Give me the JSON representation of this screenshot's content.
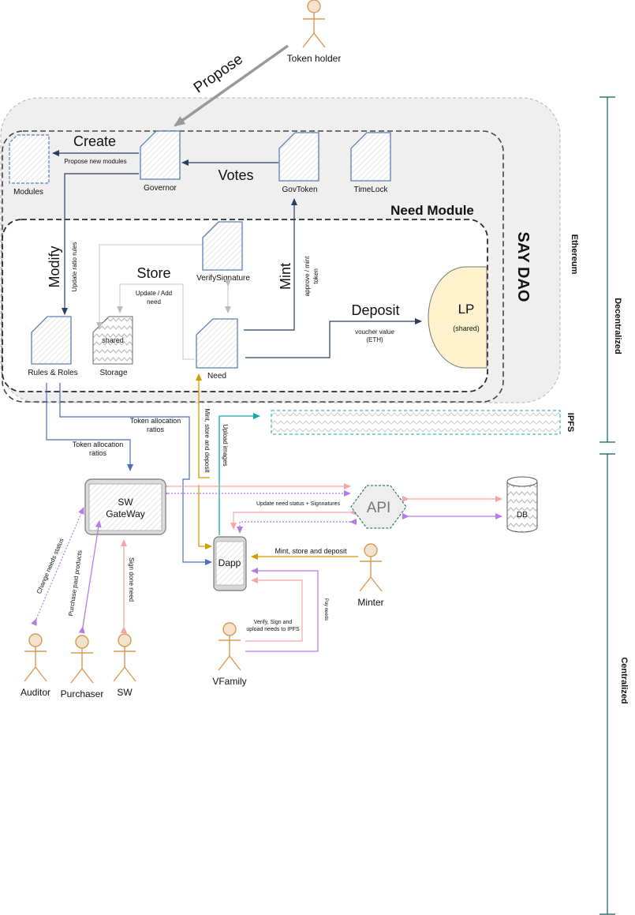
{
  "diagram": {
    "groups": {
      "say_dao": "SAY DAO",
      "need_module": "Need Module"
    },
    "bands": {
      "ethereum": "Ethereum",
      "decentralized": "Decentralized",
      "ipfs": "IPFS",
      "centralized": "Centralized"
    },
    "actors": {
      "token_holder": "Token holder",
      "minter": "Minter",
      "vfamily": "VFamily",
      "auditor": "Auditor",
      "purchaser": "Purchaser",
      "sw": "SW"
    },
    "contracts": {
      "modules": "Modules",
      "governor": "Governor",
      "govtoken": "GovToken",
      "timelock": "TimeLock",
      "verify_signature": "VerifySignature",
      "rules_roles": "Rules & Roles",
      "storage": "Storage",
      "storage_tag": "shared",
      "need": "Need",
      "lp": "LP",
      "lp_tag": "(shared)"
    },
    "services": {
      "gateway_line1": "SW",
      "gateway_line2": "GateWay",
      "api": "API",
      "db": "DB",
      "dapp": "Dapp"
    },
    "labels": {
      "propose": "Propose",
      "create": "Create",
      "propose_new_modules": "Propose new modules",
      "votes": "Votes",
      "modify": "Modify",
      "update_ratio_rules": "Update ratio rules",
      "store": "Store",
      "update_add_need_1": "Update  / Add",
      "update_add_need_2": "need",
      "mint": "Mint",
      "approve_mint_1": "approve  / mint",
      "approve_mint_2": "token",
      "deposit": "Deposit",
      "voucher_1": "voucher value",
      "voucher_2": "(ETH)",
      "token_alloc_a1": "Token allocation",
      "token_alloc_a2": "ratios",
      "token_alloc_b1": "Token allocation",
      "token_alloc_b2": "ratios",
      "mint_store_deposit_v": "Mint, store and deposit",
      "upload_images": "Upload images",
      "update_need_status": "Update need status + Signnatures",
      "mint_store_deposit_h": "Mint, store and deposit",
      "verify_sign_1": "Verify, Sign and",
      "verify_sign_2": "upload needs to IPFS",
      "pay_needs": "Pay needs",
      "change_needs_status": "Change needs status",
      "purchase_paid_products": "Purchase paid products",
      "sign_done_need": "Sign done need"
    },
    "colors": {
      "dao_fill": "#efefef",
      "lp_fill": "#fff2cc",
      "contract_stroke": "#5b7fb5",
      "navy": "#2a3f5f",
      "blue": "#4a6fb5",
      "gold": "#d79b00",
      "teal": "#12aaa7",
      "pink": "#f4a6a6",
      "purple": "#b57be6",
      "band_line": "#0e5a5a",
      "actor": "#d99a50"
    }
  }
}
